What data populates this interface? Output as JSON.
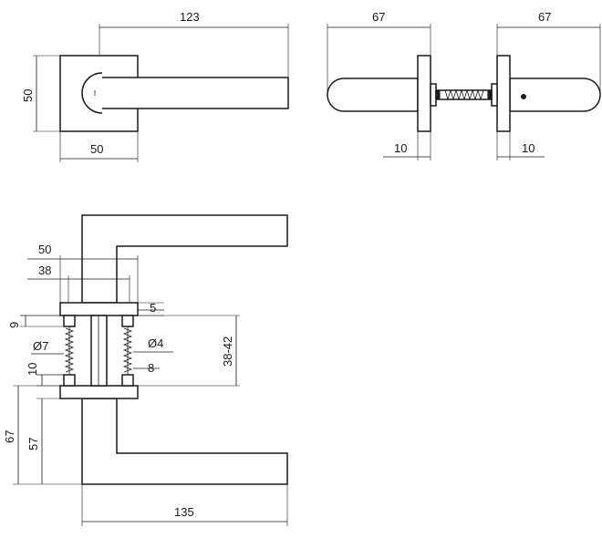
{
  "dimensions": {
    "top_view": {
      "length": "123",
      "rose_height": "50",
      "rose_width": "50"
    },
    "side_view": {
      "left_length": "67",
      "right_length": "67",
      "left_rose_thickness": "10",
      "right_rose_thickness": "10"
    },
    "section_view": {
      "width_50": "50",
      "width_38": "38",
      "offset_9": "9",
      "bolt_diameter": "Ø7",
      "offset_10": "10",
      "height_67": "67",
      "height_57": "57",
      "gap_5": "5",
      "screw_diameter": "Ø4",
      "spacing_8": "8",
      "door_thickness": "38-42",
      "overall_length": "135"
    }
  }
}
